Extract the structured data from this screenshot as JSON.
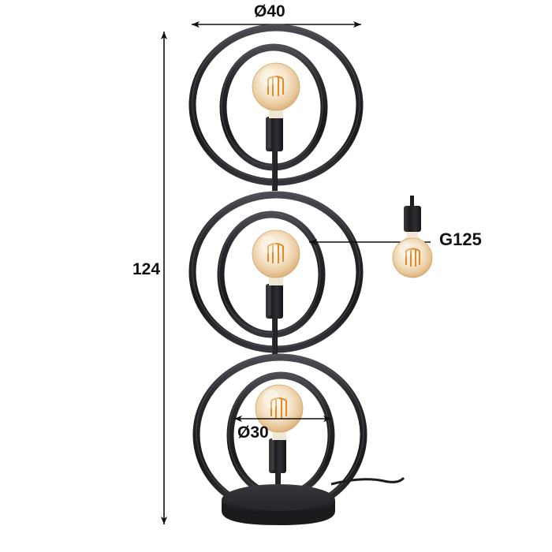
{
  "drawing": {
    "title": "Floor lamp technical dimension drawing",
    "product": "three-ring floor lamp",
    "background_color": "#ffffff",
    "metal_color": "#2b2b2b",
    "dimension_line_color": "#111111"
  },
  "dimensions": {
    "top_diameter": {
      "label": "Ø40",
      "name": "outer-ring-diameter",
      "orientation": "horizontal",
      "unit": "cm"
    },
    "total_height": {
      "label": "124",
      "name": "total-height",
      "orientation": "vertical",
      "unit": "cm"
    },
    "inner_diameter": {
      "label": "Ø30",
      "name": "inner-ring-diameter",
      "orientation": "horizontal",
      "unit": "cm"
    }
  },
  "callouts": {
    "bulb": {
      "label": "G125",
      "name": "bulb-type-callout",
      "description": "globe filament bulb sample"
    }
  },
  "lamp": {
    "ring_units": [
      {
        "name": "ring-unit-top",
        "has_bulb": true
      },
      {
        "name": "ring-unit-middle",
        "has_bulb": true
      },
      {
        "name": "ring-unit-bottom",
        "has_bulb": true
      }
    ],
    "base": {
      "name": "lamp-base",
      "shape": "ellipse"
    },
    "cord": {
      "name": "power-cord"
    }
  },
  "bulb_colors": {
    "glass_edge": "#e3bd86",
    "glass_center": "#faf1e2",
    "filament": "#e08a2a",
    "socket": "#24242a"
  }
}
